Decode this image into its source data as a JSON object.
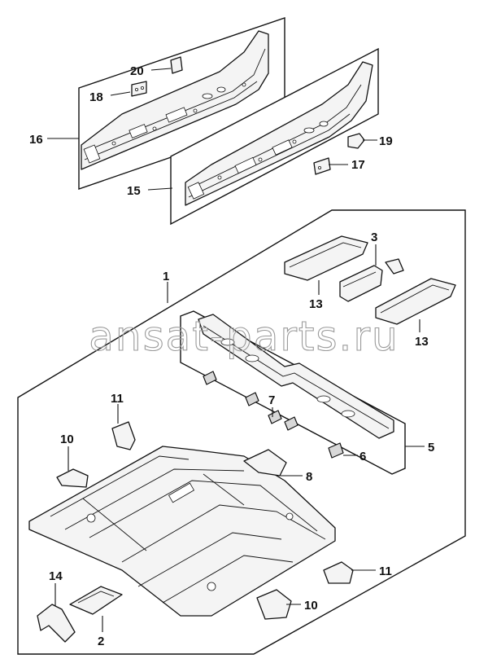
{
  "watermark": "ansat-parts.ru",
  "callouts": {
    "c1": "1",
    "c2": "2",
    "c3": "3",
    "c5": "5",
    "c6": "6",
    "c7": "7",
    "c8": "8",
    "c10a": "10",
    "c10b": "10",
    "c11a": "11",
    "c11b": "11",
    "c13a": "13",
    "c13b": "13",
    "c14": "14",
    "c15": "15",
    "c16": "16",
    "c17": "17",
    "c18": "18",
    "c19": "19",
    "c20": "20"
  }
}
